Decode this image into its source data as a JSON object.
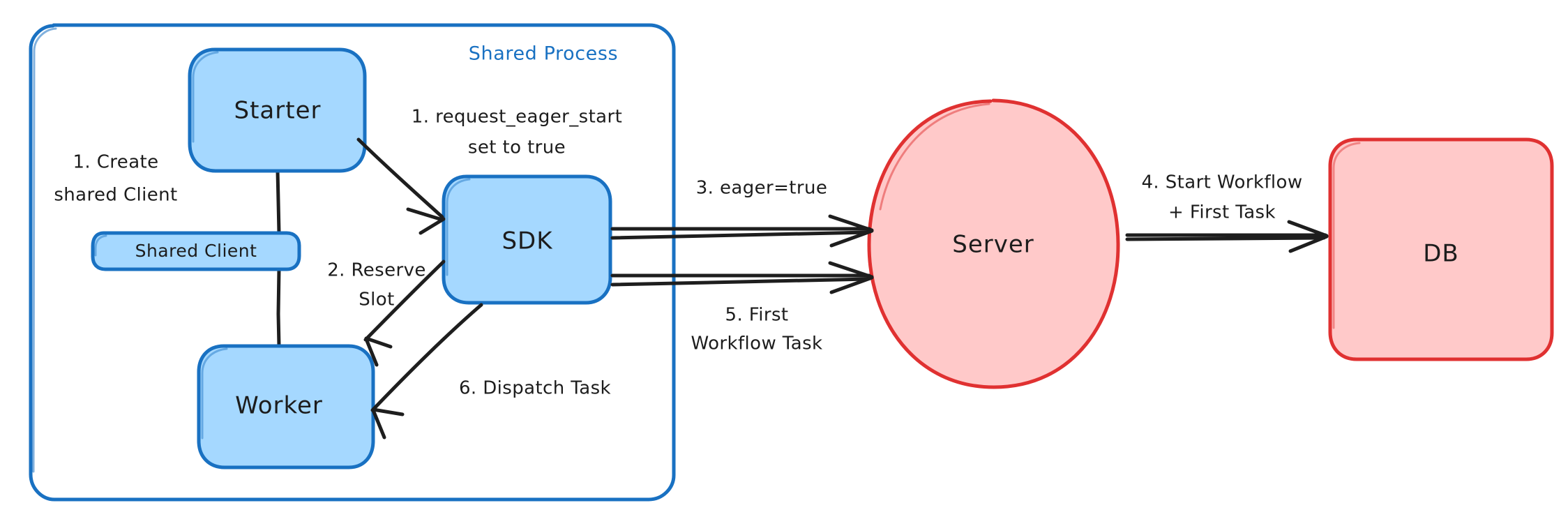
{
  "diagram": {
    "title": "Eager Workflow Start sequence diagram",
    "colors": {
      "blue_stroke": "#1971c2",
      "blue_fill": "#a5d8ff",
      "red_stroke": "#e03131",
      "red_fill": "#ffc9c9",
      "connector": "#1e1e1e",
      "background": "#ffffff"
    },
    "groups": [
      {
        "id": "shared-process",
        "label": "Shared Process"
      }
    ],
    "nodes": [
      {
        "id": "starter",
        "label": "Starter",
        "shape": "rounded-rect",
        "color": "blue"
      },
      {
        "id": "shared-client",
        "label": "Shared Client",
        "shape": "rounded-rect",
        "color": "blue"
      },
      {
        "id": "worker",
        "label": "Worker",
        "shape": "rounded-rect",
        "color": "blue"
      },
      {
        "id": "sdk",
        "label": "SDK",
        "shape": "rounded-rect",
        "color": "blue"
      },
      {
        "id": "server",
        "label": "Server",
        "shape": "ellipse",
        "color": "red"
      },
      {
        "id": "db",
        "label": "DB",
        "shape": "rounded-rect",
        "color": "red"
      }
    ],
    "edges": [
      {
        "id": "e1",
        "from": "starter",
        "to": "sdk",
        "label_line1": "1. request_eager_start",
        "label_line2": "set to true",
        "arrow": true
      },
      {
        "id": "e2",
        "from": "sdk",
        "to": "worker",
        "label_line1": "2. Reserve",
        "label_line2": "Slot",
        "arrow": true
      },
      {
        "id": "e3",
        "from": "sdk",
        "to": "server",
        "label_line1": "3. eager=true",
        "label_line2": "",
        "arrow": true
      },
      {
        "id": "e4",
        "from": "server",
        "to": "db",
        "label_line1": "4. Start Workflow",
        "label_line2": "+ First Task",
        "arrow": true
      },
      {
        "id": "e5",
        "from": "server",
        "to": "sdk",
        "label_line1": "5. First",
        "label_line2": "Workflow Task",
        "arrow": true
      },
      {
        "id": "e6",
        "from": "sdk",
        "to": "worker",
        "label_line1": "6. Dispatch Task",
        "label_line2": "",
        "arrow": true
      },
      {
        "id": "e7",
        "from": "starter",
        "to": "shared-client",
        "label_line1": "1. Create",
        "label_line2": "shared Client",
        "arrow": false
      },
      {
        "id": "e8",
        "from": "shared-client",
        "to": "worker",
        "label_line1": "",
        "label_line2": "",
        "arrow": false
      }
    ],
    "labels": {
      "create_shared_client_l1": "1. Create",
      "create_shared_client_l2": "shared Client",
      "request_eager_start_l1": "1. request_eager_start",
      "request_eager_start_l2": "set to true",
      "reserve_slot_l1": "2. Reserve",
      "reserve_slot_l2": "Slot",
      "eager_true": "3. eager=true",
      "start_workflow_l1": "4. Start Workflow",
      "start_workflow_l2": "+ First Task",
      "first_workflow_task_l1": "5. First",
      "first_workflow_task_l2": "Workflow Task",
      "dispatch_task": "6. Dispatch Task"
    }
  }
}
